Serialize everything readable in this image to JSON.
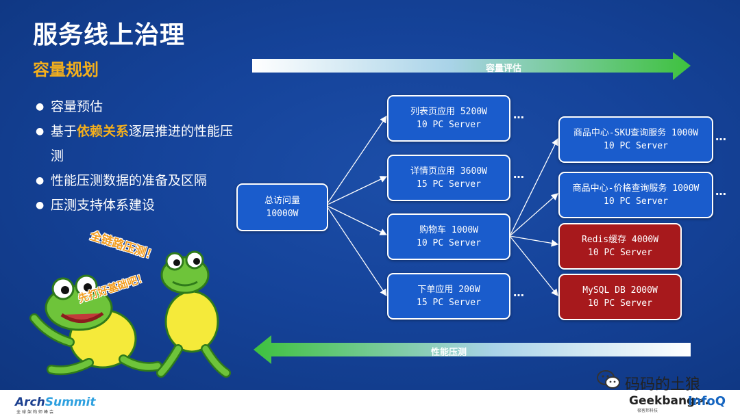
{
  "slide": {
    "title": "服务线上治理",
    "subtitle": "容量规划",
    "bullets": {
      "b1": "容量预估",
      "b2_pre": "基于",
      "b2_hl": "依赖关系",
      "b2_post": "逐层推进的性能压测",
      "b3": "性能压测数据的准备及区隔",
      "b4": "压测支持体系建设"
    },
    "top_arrow_label": "容量评估",
    "bottom_arrow_label": "性能压测",
    "dots": "…",
    "root": {
      "line1": "总访问量",
      "line2": "10000W"
    },
    "mid": [
      {
        "line1": "列表页应用 5200W",
        "line2": "10 PC Server"
      },
      {
        "line1": "详情页应用 3600W",
        "line2": "15 PC Server"
      },
      {
        "line1": "购物车 1000W",
        "line2": "10 PC Server"
      },
      {
        "line1": "下单应用 200W",
        "line2": "15 PC Server"
      }
    ],
    "right": [
      {
        "line1": "商品中心-SKU查询服务 1000W",
        "line2": "10 PC Server"
      },
      {
        "line1": "商品中心-价格查询服务 1000W",
        "line2": "10 PC Server"
      },
      {
        "line1": "Redis缓存 4000W",
        "line2": "10 PC Server"
      },
      {
        "line1": "MySQL DB 2000W",
        "line2": "10 PC Server"
      }
    ],
    "frog_caption_1": "全链路压测！",
    "frog_caption_2": "先打好基础吧！"
  },
  "footer": {
    "wechat_name": "码码的土狼",
    "logo_archsummit_a": "Arch",
    "logo_archsummit_b": "Summit",
    "logo_archsummit_sub": "全球架构师峰会",
    "logo_geekbang": "Geekbang>.",
    "logo_geekbang_sub": "极客邦科技",
    "logo_infoq": "InfoQ"
  },
  "colors": {
    "background": "#15439a",
    "title": "#ffffff",
    "accent": "#f5b01c",
    "box_blue": "#1a5ccc",
    "box_red": "#a7191c",
    "arrow_start": "#ffffff",
    "arrow_end": "#3ec13e"
  },
  "icons": [
    "wechat-icon",
    "frog-illustration"
  ]
}
